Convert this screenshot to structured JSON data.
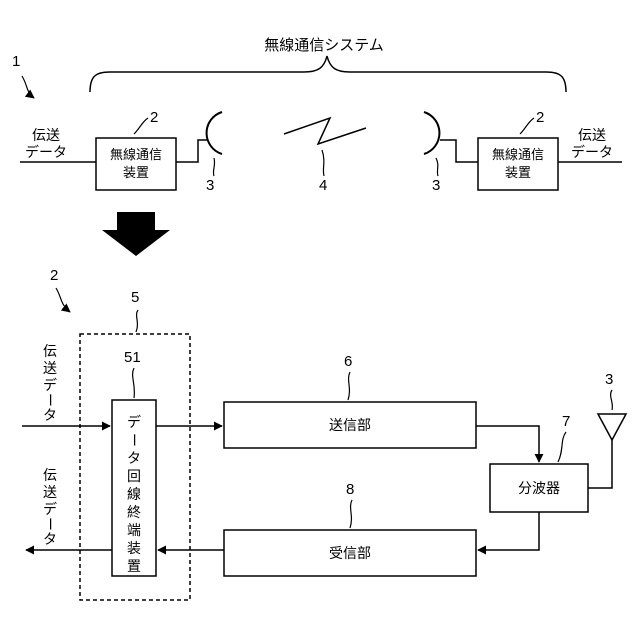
{
  "top": {
    "system_title": "無線通信システム",
    "ref_system": "1",
    "left_data_label": [
      "伝送",
      "データ"
    ],
    "right_data_label": [
      "伝送",
      "データ"
    ],
    "left_device": [
      "無線通信",
      "装置"
    ],
    "right_device": [
      "無線通信",
      "装置"
    ],
    "ref_device_left": "2",
    "ref_device_right": "2",
    "ref_antenna_left": "3",
    "ref_antenna_right": "3",
    "ref_link": "4"
  },
  "bottom": {
    "ref_device": "2",
    "ref_dashed_box": "5",
    "ref_terminal": "51",
    "terminal_label": [
      "デ",
      "ー",
      "タ",
      "回",
      "線",
      "終",
      "端",
      "装",
      "置"
    ],
    "input_data_label": [
      "伝",
      "送",
      "デ",
      "ー",
      "タ"
    ],
    "output_data_label": [
      "伝",
      "送",
      "デ",
      "ー",
      "タ"
    ],
    "transmitter": {
      "ref": "6",
      "label": "送信部"
    },
    "receiver": {
      "ref": "8",
      "label": "受信部"
    },
    "splitter": {
      "ref": "7",
      "label": "分波器"
    },
    "ref_antenna": "3"
  }
}
